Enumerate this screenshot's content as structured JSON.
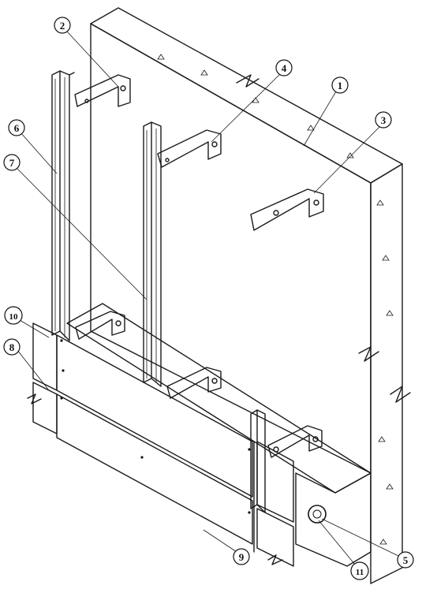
{
  "callouts": [
    {
      "id": "c1",
      "label": "1"
    },
    {
      "id": "c2",
      "label": "2"
    },
    {
      "id": "c3",
      "label": "3"
    },
    {
      "id": "c4",
      "label": "4"
    },
    {
      "id": "c5",
      "label": "5"
    },
    {
      "id": "c6",
      "label": "6"
    },
    {
      "id": "c7",
      "label": "7"
    },
    {
      "id": "c8",
      "label": "8"
    },
    {
      "id": "c9",
      "label": "9"
    },
    {
      "id": "c10",
      "label": "10"
    },
    {
      "id": "c11",
      "label": "11"
    }
  ],
  "colors": {
    "ink": "#1a1a1a",
    "paper": "#ffffff",
    "insulation": "#2a2a2a"
  }
}
